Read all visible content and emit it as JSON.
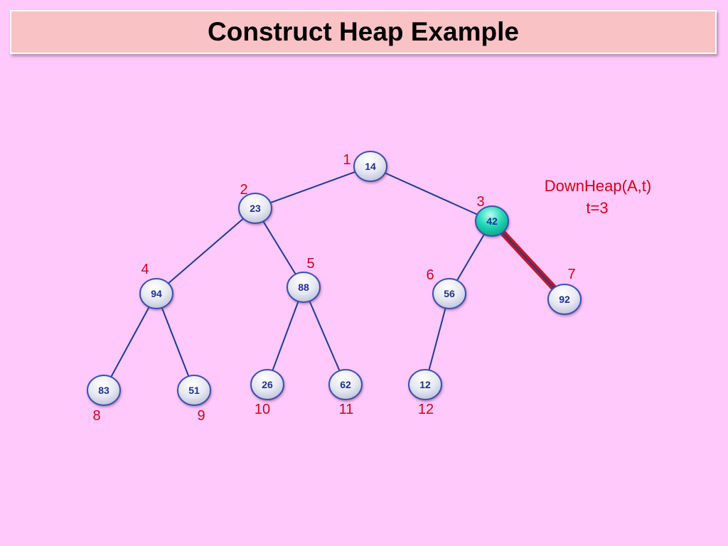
{
  "title": "Construct Heap Example",
  "annotation": {
    "line1": "DownHeap(A,t)",
    "line2": "t=3"
  },
  "colors": {
    "background": "#ffc9fb",
    "title_bar": "#f9c3c6",
    "edge": "#1f3a8f",
    "node_fill": "#e6e8f2",
    "node_border": "#3a4fb0",
    "active_node_fill": "#22d8b8",
    "active_edge_highlight": "#c0182a",
    "index_text": "#d0021b",
    "node_text": "#1f2f8f"
  },
  "heap": {
    "active_index": 3,
    "highlighted_edge": [
      3,
      7
    ],
    "nodes": [
      {
        "index": 1,
        "value": 14
      },
      {
        "index": 2,
        "value": 23
      },
      {
        "index": 3,
        "value": 42
      },
      {
        "index": 4,
        "value": 94
      },
      {
        "index": 5,
        "value": 88
      },
      {
        "index": 6,
        "value": 56
      },
      {
        "index": 7,
        "value": 92
      },
      {
        "index": 8,
        "value": 83
      },
      {
        "index": 9,
        "value": 51
      },
      {
        "index": 10,
        "value": 26
      },
      {
        "index": 11,
        "value": 62
      },
      {
        "index": 12,
        "value": 12
      }
    ]
  }
}
